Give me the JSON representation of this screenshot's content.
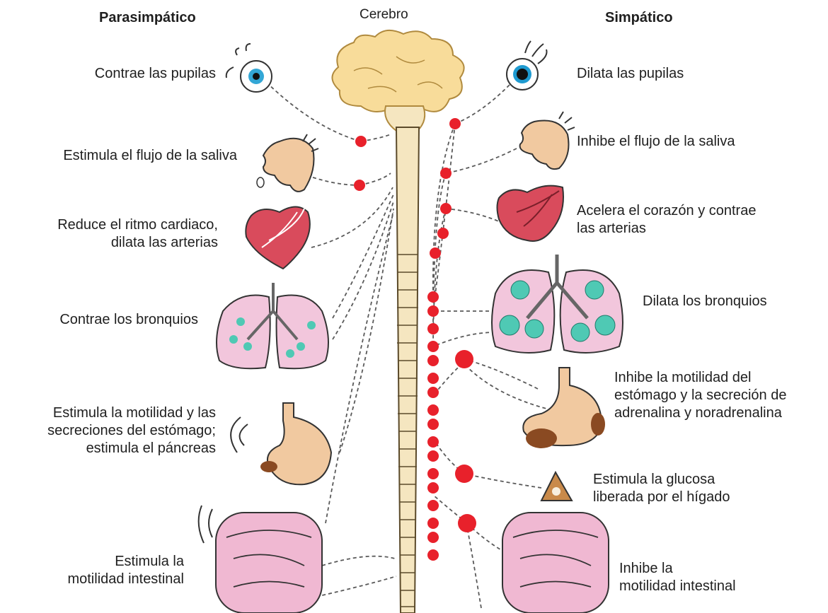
{
  "headers": {
    "left": "Parasimpático",
    "center": "Cerebro",
    "right": "Simpático"
  },
  "parasympathetic": [
    {
      "organ": "eye-icon",
      "lines": [
        "Contrae las pupilas"
      ]
    },
    {
      "organ": "salivary-head-icon",
      "lines": [
        "Estimula el flujo de la saliva"
      ]
    },
    {
      "organ": "heart-icon",
      "lines": [
        "Reduce el ritmo cardiaco,",
        "dilata las arterias"
      ]
    },
    {
      "organ": "lungs-icon",
      "lines": [
        "Contrae los bronquios"
      ]
    },
    {
      "organ": "stomach-icon",
      "lines": [
        "Estimula la motilidad y las",
        "secreciones del estómago;",
        "estimula el páncreas"
      ]
    },
    {
      "organ": "intestine-icon",
      "lines": [
        "Estimula la",
        "motilidad intestinal"
      ]
    }
  ],
  "sympathetic": [
    {
      "organ": "eye-icon",
      "lines": [
        "Dilata las pupilas"
      ]
    },
    {
      "organ": "salivary-head-icon",
      "lines": [
        "Inhibe el flujo de la saliva"
      ]
    },
    {
      "organ": "heart-icon",
      "lines": [
        "Acelera el corazón y contrae",
        "las arterias"
      ]
    },
    {
      "organ": "lungs-icon",
      "lines": [
        "Dilata los bronquios"
      ]
    },
    {
      "organ": "stomach-adrenal-icon",
      "lines": [
        "Inhibe la motilidad del",
        "estómago y la secreción de",
        "adrenalina y noradrenalina"
      ]
    },
    {
      "organ": "liver-icon",
      "lines": [
        "Estimula la glucosa",
        "liberada por el hígado"
      ]
    },
    {
      "organ": "intestine-icon",
      "lines": [
        "Inhibe la",
        "motilidad intestinal"
      ]
    }
  ],
  "colors": {
    "ganglion": "#e8212b",
    "spine": "#f5e6c0",
    "brain": "#f8dc9a",
    "lungs": "#f2c6dc",
    "bronchi-clusters": "#4fc9b4",
    "heart": "#d94b5c",
    "stomach": "#f1c9a0",
    "intestine": "#f0b8d2",
    "nerve": "#5a5a5a"
  }
}
